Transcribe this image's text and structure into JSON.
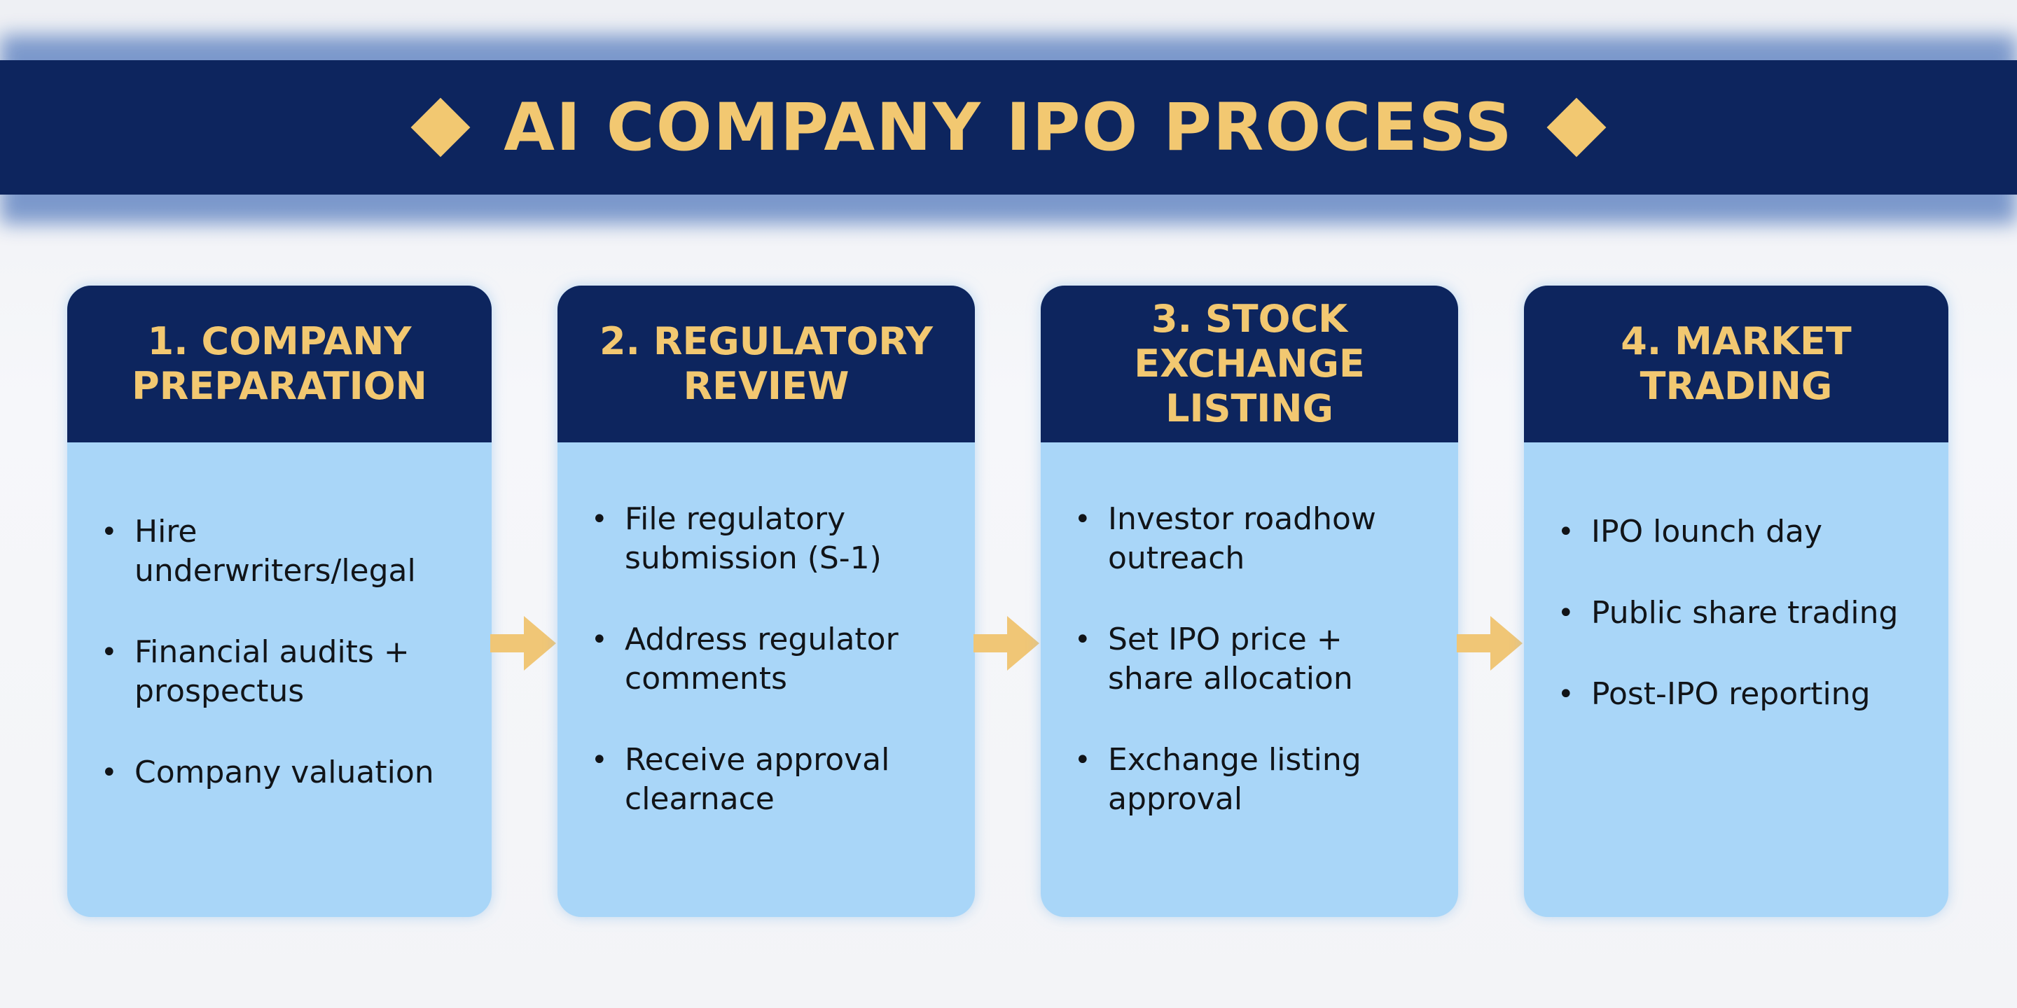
{
  "title": "AI COMPANY IPO PROCESS",
  "colors": {
    "navy": "#0d255e",
    "gold": "#f2c871",
    "card_body": "#a9d6f8"
  },
  "steps": [
    {
      "title": "1. COMPANY PREPARATION",
      "items": [
        "Hire underwriters/legal",
        "Financial audits + prospectus",
        "Company valuation"
      ]
    },
    {
      "title": "2. REGULATORY REVIEW",
      "items": [
        "File regulatory submission (S-1)",
        "Address regulator comments",
        "Receive approval clearnace"
      ]
    },
    {
      "title": "3. STOCK EXCHANGE LISTING",
      "items": [
        "Investor roadhow outreach",
        "Set IPO price + share allocation",
        "Exchange listing approval"
      ]
    },
    {
      "title": "4. MARKET TRADING",
      "items": [
        "IPO lounch day",
        "Public share trading",
        "Post-IPO reporting"
      ]
    }
  ],
  "bullet": "•"
}
